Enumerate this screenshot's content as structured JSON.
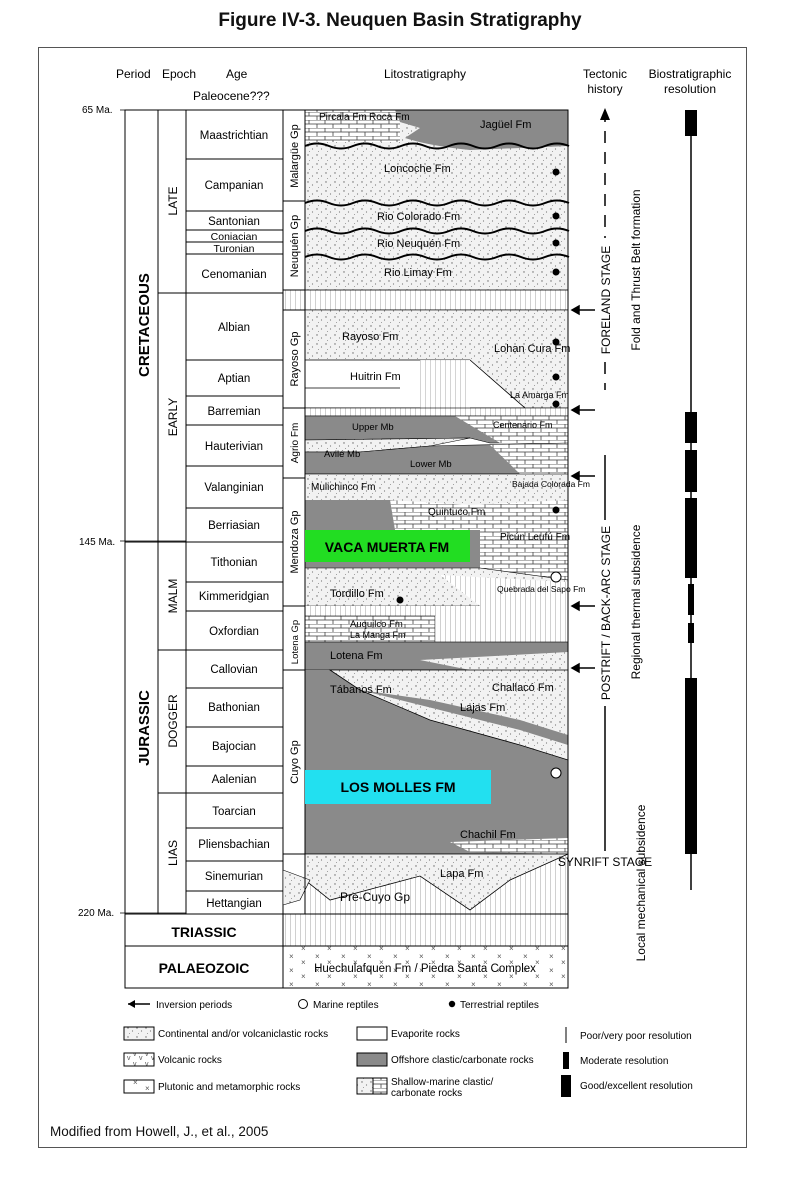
{
  "title": "Figure IV-3. Neuquen Basin Stratigraphy",
  "headers": {
    "period": "Period",
    "epoch": "Epoch",
    "age": "Age",
    "paleocene": "Paleocene???",
    "litho": "Litostratigraphy",
    "tectonic_1": "Tectonic",
    "tectonic_2": "history",
    "bio_1": "Biostratigraphic",
    "bio_2": "resolution"
  },
  "time_marks": [
    "65 Ma.",
    "145 Ma.",
    "220 Ma."
  ],
  "periods": {
    "cretaceous": "CRETACEOUS",
    "jurassic": "JURASSIC",
    "triassic": "TRIASSIC",
    "palaeozoic": "PALAEOZOIC"
  },
  "epochs": [
    "LATE",
    "EARLY",
    "MALM",
    "DOGGER",
    "LIAS"
  ],
  "ages": [
    "Maastrichtian",
    "Campanian",
    "Santonian",
    "Coniacian",
    "Turonian",
    "Cenomanian",
    "Albian",
    "Aptian",
    "Barremian",
    "Hauterivian",
    "Valanginian",
    "Berriasian",
    "Tithonian",
    "Kimmeridgian",
    "Oxfordian",
    "Callovian",
    "Bathonian",
    "Bajocian",
    "Aalenian",
    "Toarcian",
    "Pliensbachian",
    "Sinemurian",
    "Hettangian"
  ],
  "groups": [
    "Malargüe Gp",
    "Neuquén Gp",
    "Rayoso Gp",
    "Agrio Fm",
    "Mendoza Gp",
    "Lotena Gp",
    "Cuyo Gp"
  ],
  "formations": [
    "Pircala Fm",
    "Roca Fm",
    "Jagüel Fm",
    "Loncoche Fm",
    "Rio Colorado Fm",
    "Rio Neuquén Fm",
    "Rio Limay Fm",
    "Rayoso Fm",
    "Lohan Cura Fm",
    "Huitrin Fm",
    "La Amarga Fm",
    "Upper Mb",
    "Centenario Fm",
    "Avilé Mb",
    "Lower Mb",
    "Mulichinco Fm",
    "Bajada Colorada Fm",
    "Quintuco Fm",
    "Picún Leufú Fm",
    "Tordillo Fm",
    "Quebrada del Sapo Fm",
    "Auquilco Fm",
    "La Manga Fm",
    "Lotena Fm",
    "Tábanos Fm",
    "Challacó Fm",
    "Lajas Fm",
    "Chachil Fm",
    "Lapa Fm",
    "Pre-Cuyo Gp",
    "Huechulafquen Fm / Piedra Santa Complex"
  ],
  "highlights": {
    "vaca_muerta": "VACA MUERTA FM",
    "los_molles": "LOS MOLLES FM",
    "vaca_color": "#22dd22",
    "molles_color": "#22e0f0"
  },
  "tectonics": {
    "foreland": "FORELAND STAGE",
    "fold": "Fold and Thrust Belt formation",
    "postrift": "POSTRIFT / BACK-ARC STAGE",
    "regional": "Regional thermal subsidence",
    "synrift": "SYNRIFT STAGE",
    "local": "Local mechanical subsidence"
  },
  "legend": {
    "inversion": "Inversion periods",
    "marine": "Marine reptiles",
    "terrestrial": "Terrestrial reptiles",
    "continental": "Continental and/or volcaniclastic rocks",
    "evaporite": "Evaporite rocks",
    "poor": "Poor/very poor resolution",
    "volcanic": "Volcanic rocks",
    "offshore": "Offshore clastic/carbonate rocks",
    "moderate": "Moderate resolution",
    "plutonic": "Plutonic and metamorphic rocks",
    "shallow_1": "Shallow-marine clastic/",
    "shallow_2": "carbonate rocks",
    "good": "Good/excellent resolution"
  },
  "credit": "Modified from Howell, J., et al., 2005"
}
